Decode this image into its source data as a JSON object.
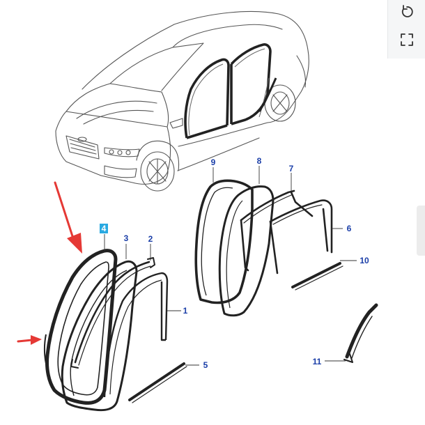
{
  "toolbar": {
    "buttons": [
      {
        "id": "rotate",
        "icon": "rotate-icon"
      },
      {
        "id": "fullscreen",
        "icon": "fullscreen-icon"
      }
    ]
  },
  "callouts": {
    "c1": "1",
    "c2": "2",
    "c3": "3",
    "c4": "4",
    "c5": "5",
    "c6": "6",
    "c7": "7",
    "c8": "8",
    "c9": "9",
    "c10": "10",
    "c11": "11"
  },
  "colors": {
    "callout": "#1a3ea8",
    "highlight": "#29a9e1",
    "arrow": "#e53935",
    "line": "#333333"
  }
}
